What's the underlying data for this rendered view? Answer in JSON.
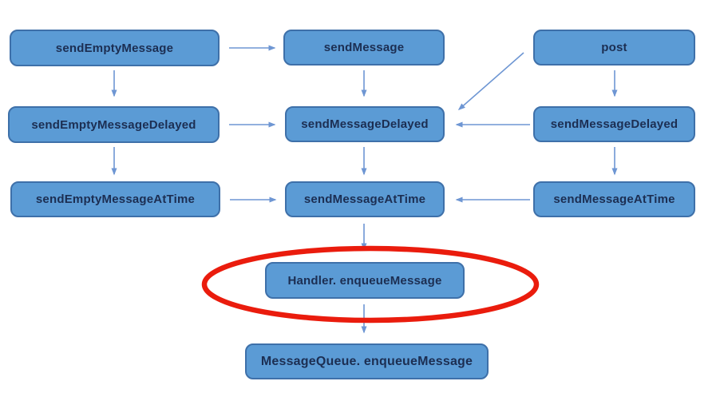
{
  "colors": {
    "node_fill": "#5b9bd5",
    "node_border": "#3e70a9",
    "node_text": "#1c2e52",
    "arrow": "#6e96d3",
    "highlight_ellipse": "#ea1c0d",
    "background": "#ffffff"
  },
  "nodes": [
    {
      "label": "sendEmptyMessage"
    },
    {
      "label": "sendMessage"
    },
    {
      "label": "post"
    },
    {
      "label": "sendEmptyMessageDelayed"
    },
    {
      "label": "sendMessageDelayed"
    },
    {
      "label": "sendMessageDelayed"
    },
    {
      "label": "sendEmptyMessageAtTime"
    },
    {
      "label": "sendMessageAtTime"
    },
    {
      "label": "sendMessageAtTime"
    },
    {
      "label": "Handler. enqueueMessage"
    },
    {
      "label": "MessageQueue. enqueueMessage"
    }
  ],
  "edges": [
    {
      "from": "sendEmptyMessage",
      "to": "sendMessage"
    },
    {
      "from": "sendEmptyMessage",
      "to": "sendEmptyMessageDelayed"
    },
    {
      "from": "sendMessage",
      "to": "sendMessageDelayed"
    },
    {
      "from": "post",
      "to": "sendMessageDelayed"
    },
    {
      "from": "post",
      "to": "sendMessageDelayed-right"
    },
    {
      "from": "sendEmptyMessageDelayed",
      "to": "sendMessageDelayed"
    },
    {
      "from": "sendMessageDelayed-right",
      "to": "sendMessageDelayed"
    },
    {
      "from": "sendEmptyMessageDelayed",
      "to": "sendEmptyMessageAtTime"
    },
    {
      "from": "sendMessageDelayed",
      "to": "sendMessageAtTime"
    },
    {
      "from": "sendMessageDelayed-right",
      "to": "sendMessageAtTime-right"
    },
    {
      "from": "sendEmptyMessageAtTime",
      "to": "sendMessageAtTime"
    },
    {
      "from": "sendMessageAtTime-right",
      "to": "sendMessageAtTime"
    },
    {
      "from": "sendMessageAtTime",
      "to": "Handler. enqueueMessage"
    },
    {
      "from": "Handler. enqueueMessage",
      "to": "MessageQueue. enqueueMessage"
    }
  ],
  "annotation": {
    "type": "ellipse",
    "around": "Handler. enqueueMessage"
  }
}
